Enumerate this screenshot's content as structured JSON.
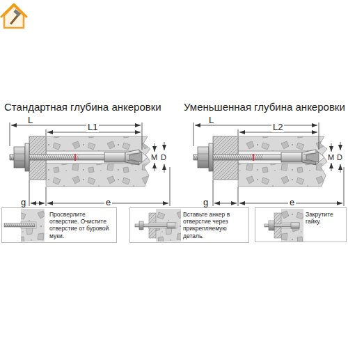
{
  "diagram": {
    "nodes": [
      {
        "text": [
          "Просверлите отверстие. Очистите отверстие от буровой муки."
        ]
      },
      {
        "text": [
          "Вставьте анкер в отверстие через прикрепляемую деталь."
        ]
      },
      {
        "text": [
          "Закрутите гайку."
        ]
      }
    ],
    "labels": [
      "Стандартная глубина анкеровки",
      "L",
      "L1",
      "M",
      "D",
      "g",
      "e",
      "Уменьшенная глубина анкеровки",
      "L",
      "L2",
      "M",
      "D",
      "g",
      "e"
    ]
  }
}
